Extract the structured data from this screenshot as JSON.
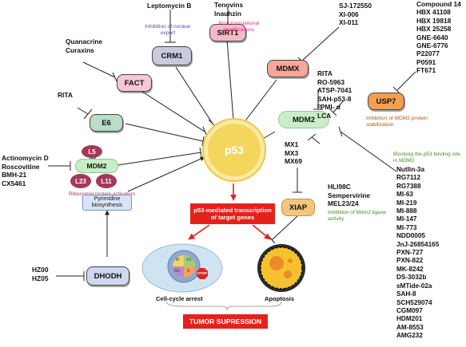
{
  "nodes": {
    "p53": "p53",
    "mdm2_center": "MDM2",
    "mdmx": "MDMX",
    "usp7": "USP7",
    "sirt1": "SIRT1",
    "crm1": "CRM1",
    "fact": "FACT",
    "e6": "E6",
    "xiap": "XIAP",
    "dhodh": "DHODH",
    "pyrimidine": "Pyrimidine biosynthesis",
    "mdm2_complex": "MDM2",
    "l5": "L5",
    "l23": "L23",
    "l11": "L11",
    "transcription": "p53-mediated transcription of target genes",
    "tumor": "TUMOR SUPRESSION",
    "cell_phases": [
      "M",
      "G1",
      "G2",
      "S"
    ],
    "stop": "STOP"
  },
  "outcomes": {
    "cell_cycle_arrest": "Cell-cycle arrest",
    "apoptosis": "Apoptosis"
  },
  "drugs": {
    "leptomycin": [
      "Leptomycin B"
    ],
    "sirt1": [
      "Tenovins",
      "Inauhzin"
    ],
    "mdmx": [
      "SJ-172550",
      "XI-006",
      "XI-011"
    ],
    "usp7": [
      "Compound 14",
      "HBX 41108",
      "HBX 19818",
      "HBX 25258",
      "GNE-6640",
      "GNE-6776",
      "P22077",
      "P0591",
      "FT671"
    ],
    "fact": [
      "Quanacrine",
      "Curaxins"
    ],
    "e6": [
      "RITA"
    ],
    "mdm2_stab": [
      "RITA",
      "RO-5963",
      "ATSP-7041",
      "SAH-p53-8",
      "ᴰPMI- α",
      "LCA"
    ],
    "ribosomal": [
      "Actinomycin D",
      "Roscovitine",
      "BMH-21",
      "CX5461"
    ],
    "xiap": [
      "MX1",
      "MX3",
      "MX69"
    ],
    "mdm2_ligase": [
      "HLI98C",
      "Sempervirine",
      "MEL23/24"
    ],
    "mdm2_binding": [
      "Nutlin-3a",
      "RG7112",
      "RG7388",
      "MI-63",
      "MI-219",
      "MI-888",
      "MI-147",
      "MI-773",
      "NDD0005",
      "JnJ-26854165",
      "PXN-727",
      "PXN-822",
      "MK-8242",
      "DS-3032b",
      "sMTide-02a",
      "SAH-8",
      "SCH529074",
      "CGM097",
      "HDM201",
      "AM-8553",
      "AMG232"
    ],
    "dhodh": [
      "HZ00",
      "HZ05"
    ]
  },
  "notes": {
    "nuclear_export": "Inhibition of nuclear export",
    "post_translational": "Post-translational modifications",
    "mdm2_stabilization": "Inhibition of MDM2 protein stabilization",
    "binding_site": "Blocking the p53 binding site in MDM2",
    "ligase": "Inhibition of Mdm2 ligase activity",
    "ribosomal": "Ribosomal protein activators"
  },
  "colors": {
    "p53_fill": "#f5d65c",
    "p53_ring": "#f3c63a",
    "mdm2_fill": "#c8eec8",
    "mdmx_fill": "#f5a79a",
    "usp7_fill": "#f2a04f",
    "sirt1_fill": "#f6b9c8",
    "crm1_fill": "#c7cbdc",
    "fact_fill": "#f5c8d6",
    "e6_fill": "#b9ddc9",
    "xiap_fill": "#f4c57e",
    "dhodh_fill": "#cfd8ef",
    "red": "#e4221b",
    "ribosome": "#a3395a",
    "note_purple": "#5b4fa0",
    "note_pink": "#e2378a",
    "note_orange": "#b35a12",
    "note_green": "#4a8a2a"
  }
}
